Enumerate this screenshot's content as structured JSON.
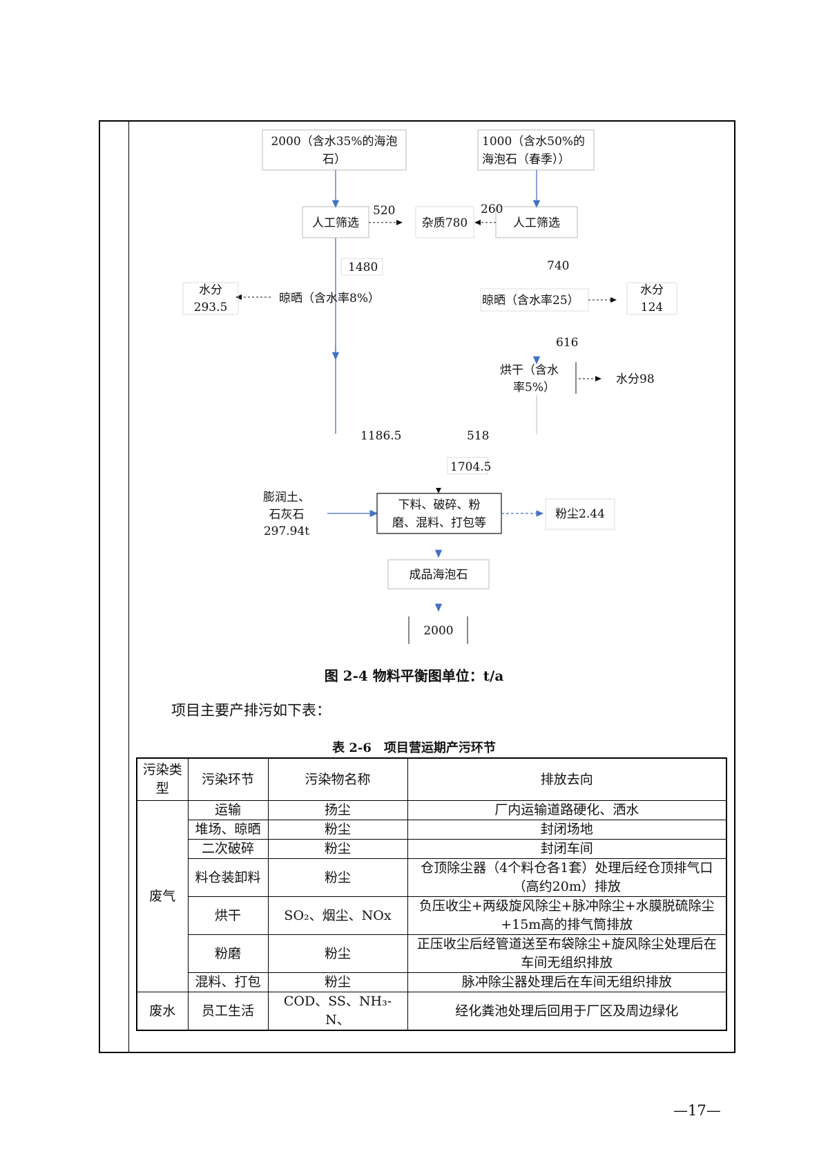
{
  "flow": {
    "src_left": [
      "2000（含水35%的海泡",
      "石）"
    ],
    "src_right": [
      "1000（含水50%的",
      "海泡石（春季））"
    ],
    "screen_left": "人工筛选",
    "screen_right": "人工筛选",
    "impurity": "杂质780",
    "val_520": "520",
    "val_260": "260",
    "val_1480": "1480",
    "val_740": "740",
    "water_left": [
      "水分",
      "293.5"
    ],
    "dry_left": "晾晒（含水率8%）",
    "dry_right": "晾晒（含水率25）",
    "water_right": [
      "水分",
      "124"
    ],
    "val_616": "616",
    "oven": [
      "烘干（含水",
      "率5%）"
    ],
    "water_oven": "水分98",
    "val_1186": "1186.5",
    "val_518": "518",
    "val_1704": "1704.5",
    "additives": [
      "膨润土、",
      "石灰石",
      "297.94t"
    ],
    "process": [
      "下料、破碎、粉",
      "磨、混料、打包等"
    ],
    "dust": "粉尘2.44",
    "product": "成品海泡石",
    "output": "2000"
  },
  "figure_caption": "图 2-4 物料平衡图单位：t/a",
  "intro": "项目主要产排污如下表：",
  "table_caption": "表 2-6　项目营运期产污环节",
  "table": {
    "headers": [
      "污染类型",
      "污染环节",
      "污染物名称",
      "排放去向"
    ],
    "waste_gas": "废气",
    "waste_water": "废水",
    "rows": [
      {
        "stage": "运输",
        "pollutant": "扬尘",
        "dest": "厂内运输道路硬化、洒水"
      },
      {
        "stage": "堆场、晾晒",
        "pollutant": "粉尘",
        "dest": "封闭场地"
      },
      {
        "stage": "二次破碎",
        "pollutant": "粉尘",
        "dest": "封闭车间"
      },
      {
        "stage": "料仓装卸料",
        "pollutant": "粉尘",
        "dest": "仓顶除尘器（4个料仓各1套）处理后经仓顶排气口（高约20m）排放"
      },
      {
        "stage": "烘干",
        "pollutant": "SO₂、烟尘、NOx",
        "dest": "负压收尘+两级旋风除尘+脉冲除尘+水膜脱硫除尘+15m高的排气筒排放"
      },
      {
        "stage": "粉磨",
        "pollutant": "粉尘",
        "dest": "正压收尘后经管道送至布袋除尘+旋风除尘处理后在车间无组织排放"
      },
      {
        "stage": "混料、打包",
        "pollutant": "粉尘",
        "dest": "脉冲除尘器处理后在车间无组织排放"
      }
    ],
    "water_row": {
      "stage": "员工生活",
      "pollutant": "COD、SS、NH₃-N、",
      "dest": "经化粪池处理后回用于厂区及周边绿化"
    }
  },
  "page_number": "—17—"
}
